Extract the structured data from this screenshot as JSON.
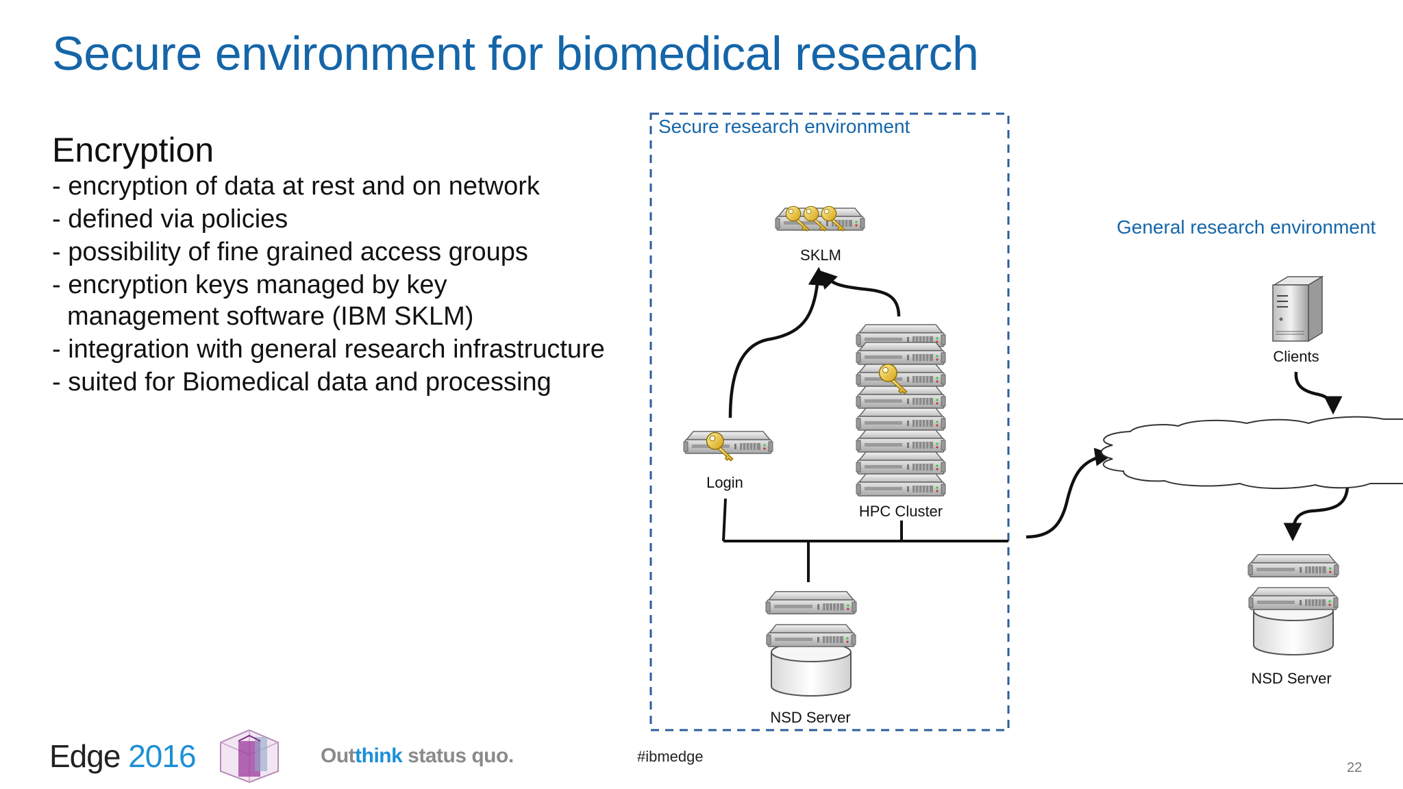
{
  "slide": {
    "title": "Secure environment for biomedical research",
    "subhead": "Encryption",
    "bullets": [
      "- encryption of data at rest and on network",
      "- defined via policies",
      "- possibility of fine grained access groups",
      "- encryption keys managed by key",
      "management software (IBM SKLM)",
      "- integration with general research infrastructure",
      "- suited for Biomedical data and processing"
    ]
  },
  "diagram": {
    "secure_env_label": "Secure research environment",
    "general_env_label": "General research environment",
    "nodes": {
      "sklm": "SKLM",
      "login": "Login",
      "hpc": "HPC Cluster",
      "nsd_secure": "NSD Server",
      "clients": "Clients",
      "nsd_general": "NSD Server"
    },
    "colors": {
      "accent": "#1565a8",
      "dashed_border": "#2b5c9e",
      "key": "#e8c020"
    }
  },
  "footer": {
    "edge": "Edge",
    "year": "2016",
    "tagline_out": "Out",
    "tagline_think": "think",
    "tagline_rest": " status quo.",
    "hashtag": "#ibmedge",
    "page": "22"
  }
}
